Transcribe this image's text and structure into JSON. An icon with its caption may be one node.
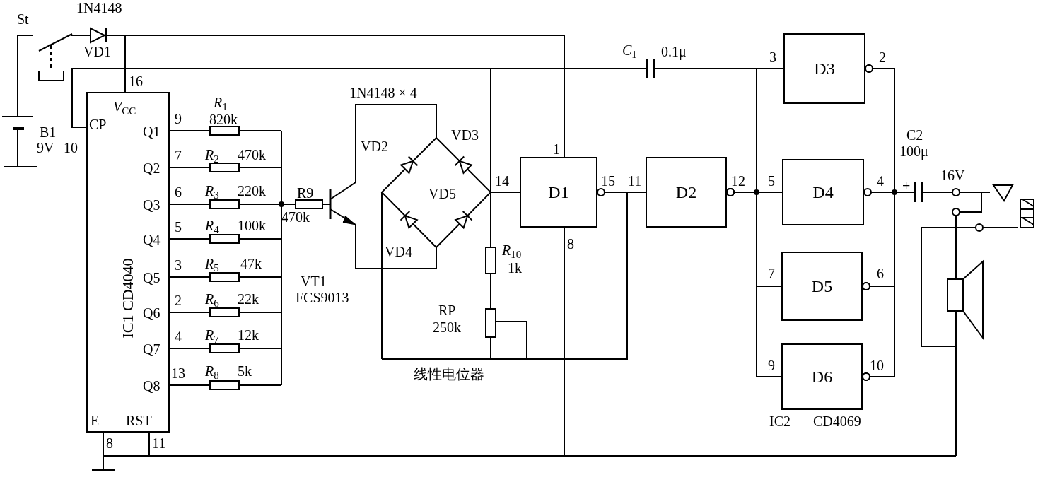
{
  "diagram": {
    "nodes": [
      {
        "text": [
          "IC1 CD4040"
        ]
      },
      {
        "text": [
          "D1"
        ]
      },
      {
        "text": [
          "D2"
        ]
      },
      {
        "text": [
          "D3"
        ]
      },
      {
        "text": [
          "D4"
        ]
      },
      {
        "text": [
          "D5"
        ]
      },
      {
        "text": [
          "D6"
        ]
      }
    ],
    "edges": [
      {
        "from": 1,
        "to": 2,
        "arrow": "other"
      },
      {
        "from": 2,
        "to": 3,
        "arrow": "other"
      },
      {
        "from": 2,
        "to": 4,
        "arrow": "other"
      },
      {
        "from": 2,
        "to": 5,
        "arrow": "other"
      },
      {
        "from": 2,
        "to": 6,
        "arrow": "other"
      },
      {
        "from": 0,
        "to": 1,
        "arrow": "none"
      },
      {
        "from": 0,
        "to": 1,
        "arrow": "none"
      },
      {
        "from": 0,
        "to": 1,
        "arrow": "none"
      },
      {
        "from": 3,
        "to": 4,
        "arrow": "other"
      },
      {
        "from": 5,
        "to": 4,
        "arrow": "other"
      },
      {
        "from": 6,
        "to": 4,
        "arrow": "other"
      }
    ],
    "labels": [
      "St",
      "1N4148",
      "VD1",
      "16",
      "*V*$_{CC}$",
      "CP",
      "B1",
      "9V",
      "10",
      "9",
      "7",
      "6",
      "5",
      "3",
      "2",
      "4",
      "13",
      "Q1",
      "Q2",
      "Q3",
      "Q4",
      "Q5",
      "Q6",
      "Q7",
      "Q8",
      "E",
      "RST",
      "8",
      "11",
      "*R*$_{1}$",
      "820k",
      "*R*$_{2}$",
      "470k",
      "*R*$_{3}$",
      "220k",
      "*R*$_{4}$",
      "100k",
      "*R*$_{5}$",
      "47k",
      "*R*$_{6}$",
      "22k",
      "*R*$_{7}$",
      "12k",
      "*R*$_{8}$",
      "5k",
      "R9",
      "470k",
      "VT1",
      "FCS9013",
      "1N4148 × 4",
      "VD2",
      "VD3",
      "VD5",
      "VD4",
      "14",
      "*R*$_{10}$",
      "1k",
      "RP",
      "250k",
      "线性电位器",
      "1",
      "8",
      "15",
      "11",
      "*C*$_{1}$",
      "0.1μ",
      "3",
      "2",
      "12",
      "5",
      "4",
      "7",
      "6",
      "9",
      "10",
      "C2",
      "100μ",
      "+",
      "16V",
      "IC2",
      "CD4069"
    ]
  }
}
